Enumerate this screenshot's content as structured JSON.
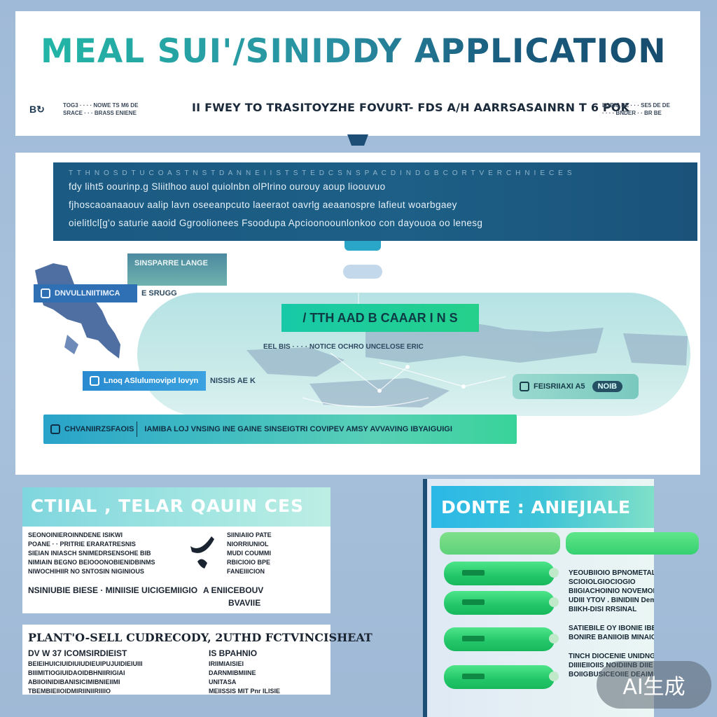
{
  "header": {
    "title": "MEAL SUI'/SINIDDY APPLICATION",
    "sub_icon": "B↻",
    "sub_left_top": "TOG3 · · · ·  NOWE TS M6 DE",
    "sub_left_bottom": "SRACE · · ·  BRASS ENIENE",
    "sub_main": "II FWEY TO TRASITOYZHE FOVURT- FDS A/H AARRSASAINRN T 6 POK",
    "sub_right_top": "LOBIC DE · · ·  SE5 DE DE",
    "sub_right_bottom": "· · · ·  BNDER · ·  BR BE"
  },
  "banner": {
    "line0": "T T H N O S D T U C O A S T N S T  D A N N E I I S  T S T  E D C S N S  P A C D I N D G  B C O R T V E R  C H N I E C E S",
    "line1": "fdy  liht5 oourinp.g Sliitlhoo auol quiolnbn olPlrino ourouy aoup lioouvuo",
    "line2": "fjhoscaoanaaouv aalip lavn oseeanpcuto laeeraot oavrlg aeaanospre lafieut woarbgaey",
    "line3": "oielitlcl[g'o saturie aaoid Ggroolionees  Fsoodupa Apcioonoounlonkoo con dayouoa oo lenesg"
  },
  "map": {
    "chip_grey": "SINSPARRE LANGE",
    "chip_blue1": "DNVULLNIITIMCA",
    "chip_label1": "E SRUGG",
    "chip_teal": "/ TTH AAD B CAAAR I N S",
    "chip_desc": "EEL BIS · · · ·  NOTICE OCHRO UNCELOSE ERIC",
    "chip_blue2": "Lnoq ASlulumovipd lovyn",
    "chip_label2": "NISSIS AE K",
    "chip_dark": "FEISRIIAXI  A5",
    "chip_dark_stamp": "NOIB",
    "chip_wide_left": "CHVANIIRZSFAOIS",
    "chip_wide_right": "IAMIBA LOJ VNSING INE GAINE SINSEIGTRI COVIPEV AMSY  AVVAVING IBYAIGUIGI"
  },
  "bottom_left": {
    "title": "CTIIAL , TELAR QAUIN CES",
    "card1": {
      "col1_head": "SEONOINIEROINNDENE ISIKWI",
      "col1_rows": [
        "POANE · · PRITRIE ERARATRESNIS",
        "SIEIAN INIASCH SNIMEDRSENSOHE BIB",
        "NIMIAIN BEGNO BEIOOONOBIENIDBINMS",
        "NIWOCHIHIIR NO SNTOSIN NIGINIOUS"
      ],
      "col2_rows": [
        "SIINIAIIO PATE",
        "NIORRIUNIOL",
        "MUDI COUMMI",
        "RBICIOIO BPE",
        "FANEIIICION"
      ],
      "bottom_a": "NSINIUBIE BIESE · MINIISIE UICIGEMIIGIO",
      "bottom_b": "A  ENIICEBOUV",
      "bottom_c": "BVAVIIE"
    },
    "card2": {
      "title": "PLANT'O-SELL CUDRECODY, 2UTHD FCTVINCISHEAT",
      "col1_head": "DV  W  37  ICOMSIRDIEIST",
      "col1_rows": [
        "BEIEIHUICIUIDIUIUDIEUIPUJUIDIEIUIII",
        "BIIIMITIOGIUIDAOIDBHNIIRIGIAI",
        "ABIIOINIDIBANISICIMIBNIEIIMI",
        "TBEMBIEIIOIDMIRIINIIRIIIIO"
      ],
      "col2_head": "IS  BPAHNIO",
      "col2_rows": [
        "IRIIMIAISIEI",
        "DARNMIBMIINE",
        "UNITASA",
        "MEIISSIS MIT Pnr ILISIE"
      ]
    }
  },
  "bottom_right": {
    "title": "DONTE : ANIEJIALE",
    "text_rows": [
      "YEOUBIIOIO BPNOMETAL IEF",
      "SCIOIOLGIOCIOGIO",
      "BIIGIACHOINIO NOVEMOILO",
      "UDIII YTOV . BINIDIIN Demoil",
      "BIIKH-DISI RRSINAL",
      "SATIEBILE OY  IBONIE IBEIRIDOINIII",
      "BONIRE BANIIOIB MINAIOI",
      "TINCH DIOCENIE UNIDNGHOCLE",
      "DIIIIEIIOIIS NOIDIINB DIIE",
      "BOIIGBUSICEOIIE DEAIM"
    ]
  },
  "badge": "AI生成",
  "colors": {
    "background": "#a8c1dc",
    "navy": "#1b5a82",
    "teal": "#22b5a6",
    "green": "#22c668",
    "cyan": "#2ab8e6"
  }
}
